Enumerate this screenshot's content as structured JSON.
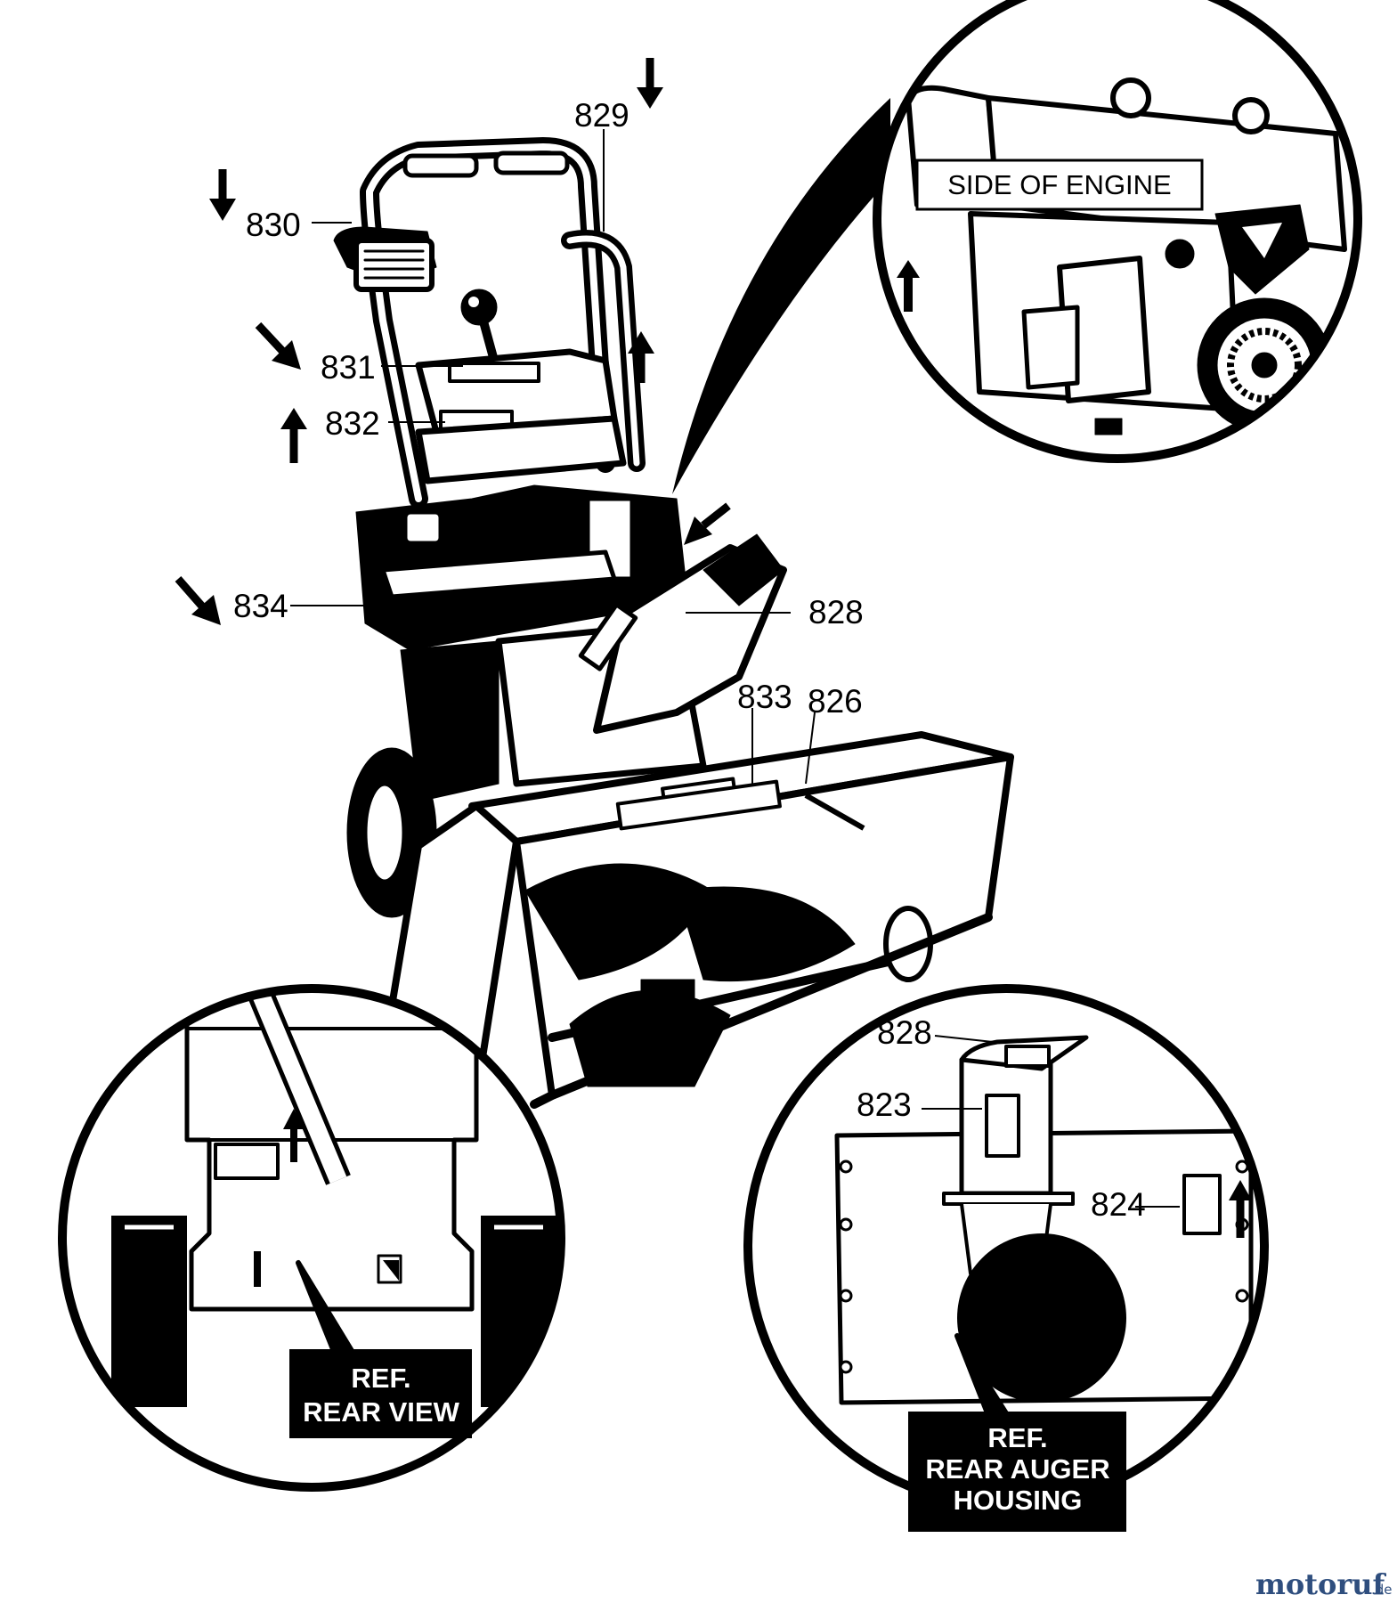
{
  "callouts": {
    "c829": "829",
    "c830": "830",
    "c831": "831",
    "c832": "832",
    "c834": "834",
    "c828": "828",
    "c833": "833",
    "c826": "826",
    "c828b": "828",
    "c823": "823",
    "c824": "824"
  },
  "insets": {
    "engine_label": "SIDE OF ENGINE",
    "rear_view": [
      "REF.",
      "REAR VIEW"
    ],
    "rear_auger": [
      "REF.",
      "REAR AUGER",
      "HOUSING"
    ]
  },
  "watermark": {
    "text": "motoruf",
    "suffix": ".de"
  },
  "colors": {
    "ink": "#000000",
    "paper": "#ffffff",
    "watermark_dark": "#2f4e7e",
    "watermark_orange": "#e8821e"
  }
}
